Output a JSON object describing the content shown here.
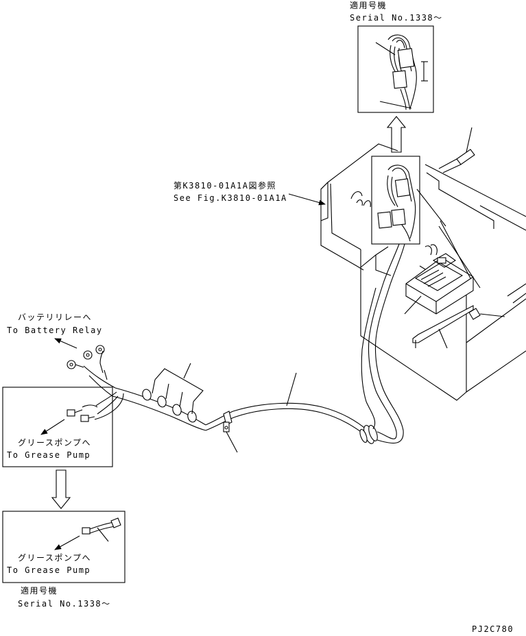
{
  "top_inset": {
    "label_jp": "適用号機",
    "label_en": "Serial No.1338～"
  },
  "reference": {
    "label_jp": "第K3810-01A1A図参照",
    "label_en": "See Fig.K3810-01A1A"
  },
  "battery": {
    "label_jp": "バッテリリレーへ",
    "label_en": "To Battery Relay"
  },
  "grease_main": {
    "label_jp": "グリースポンプへ",
    "label_en": "To Grease Pump"
  },
  "grease_inset": {
    "label_jp": "グリースポンプへ",
    "label_en": "To Grease Pump"
  },
  "bottom_inset": {
    "label_jp": "適用号機",
    "label_en": "Serial No.1338～"
  },
  "drawing_code": "PJ2C780"
}
